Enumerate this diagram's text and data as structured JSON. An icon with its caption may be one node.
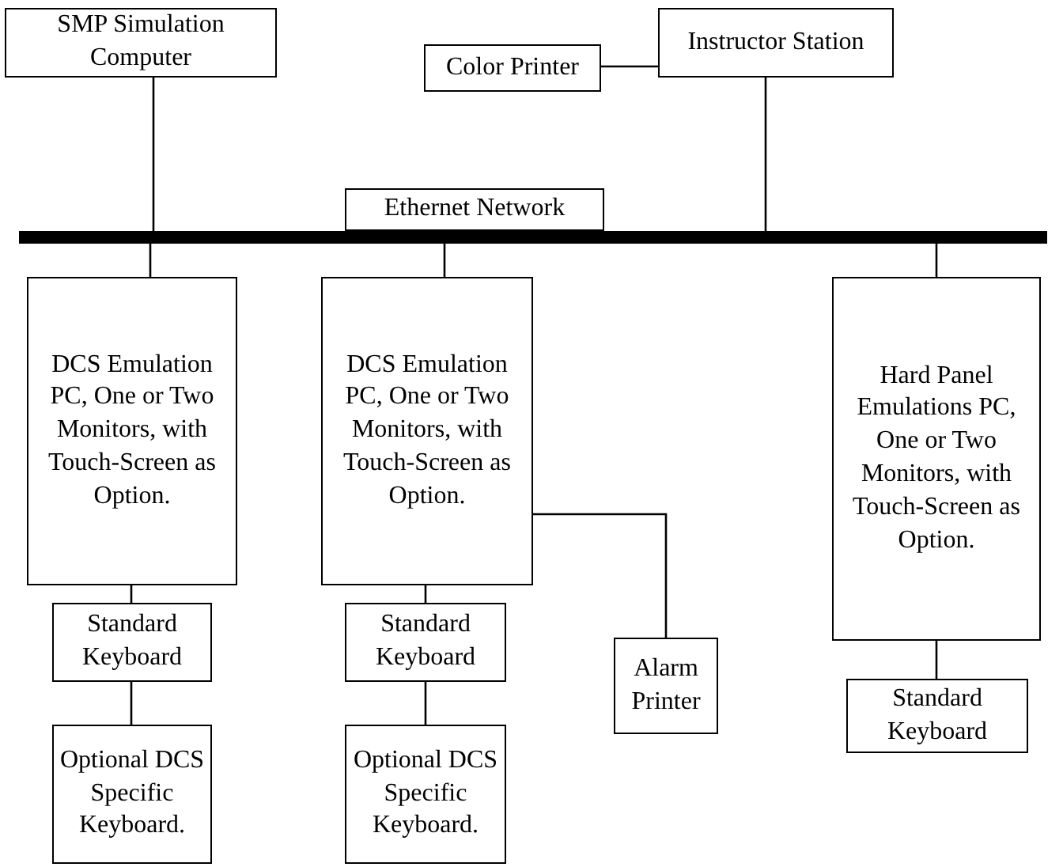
{
  "diagram": {
    "nodes": [
      {
        "text": [
          "SMP Simulation Computer"
        ]
      },
      {
        "text": [
          "Color Printer"
        ]
      },
      {
        "text": [
          "Instructor Station"
        ]
      },
      {
        "text": [
          "Ethernet Network"
        ]
      },
      {
        "text": [],
        "shape": "bar"
      },
      {
        "text": [
          "DCS Emulation PC, One or Two Monitors, with Touch-Screen as Option."
        ]
      },
      {
        "text": [
          "Standard Keyboard"
        ]
      },
      {
        "text": [
          "Optional DCS Specific Keyboard."
        ]
      },
      {
        "text": [
          "DCS Emulation PC, One or Two Monitors, with Touch-Screen as Option."
        ]
      },
      {
        "text": [
          "Alarm Printer"
        ]
      },
      {
        "text": [
          "Standard Keyboard"
        ]
      },
      {
        "text": [
          "Optional DCS Specific Keyboard."
        ]
      },
      {
        "text": [
          "Hard Panel Emulations PC, One or Two Monitors, with Touch-Screen as Option."
        ]
      },
      {
        "text": [
          "Standard Keyboard"
        ]
      }
    ],
    "edges": [
      {
        "from": 0,
        "to": 4,
        "arrow": "none"
      },
      {
        "from": 1,
        "to": 2,
        "arrow": "none"
      },
      {
        "from": 2,
        "to": 4,
        "arrow": "none"
      },
      {
        "from": 4,
        "to": 5,
        "arrow": "none"
      },
      {
        "from": 4,
        "to": 8,
        "arrow": "none"
      },
      {
        "from": 4,
        "to": 12,
        "arrow": "none"
      },
      {
        "from": 5,
        "to": 6,
        "arrow": "none"
      },
      {
        "from": 6,
        "to": 7,
        "arrow": "none"
      },
      {
        "from": 8,
        "to": 9,
        "arrow": "none"
      },
      {
        "from": 8,
        "to": 10,
        "arrow": "none"
      },
      {
        "from": 10,
        "to": 11,
        "arrow": "none"
      },
      {
        "from": 12,
        "to": 13,
        "arrow": "none"
      }
    ]
  }
}
